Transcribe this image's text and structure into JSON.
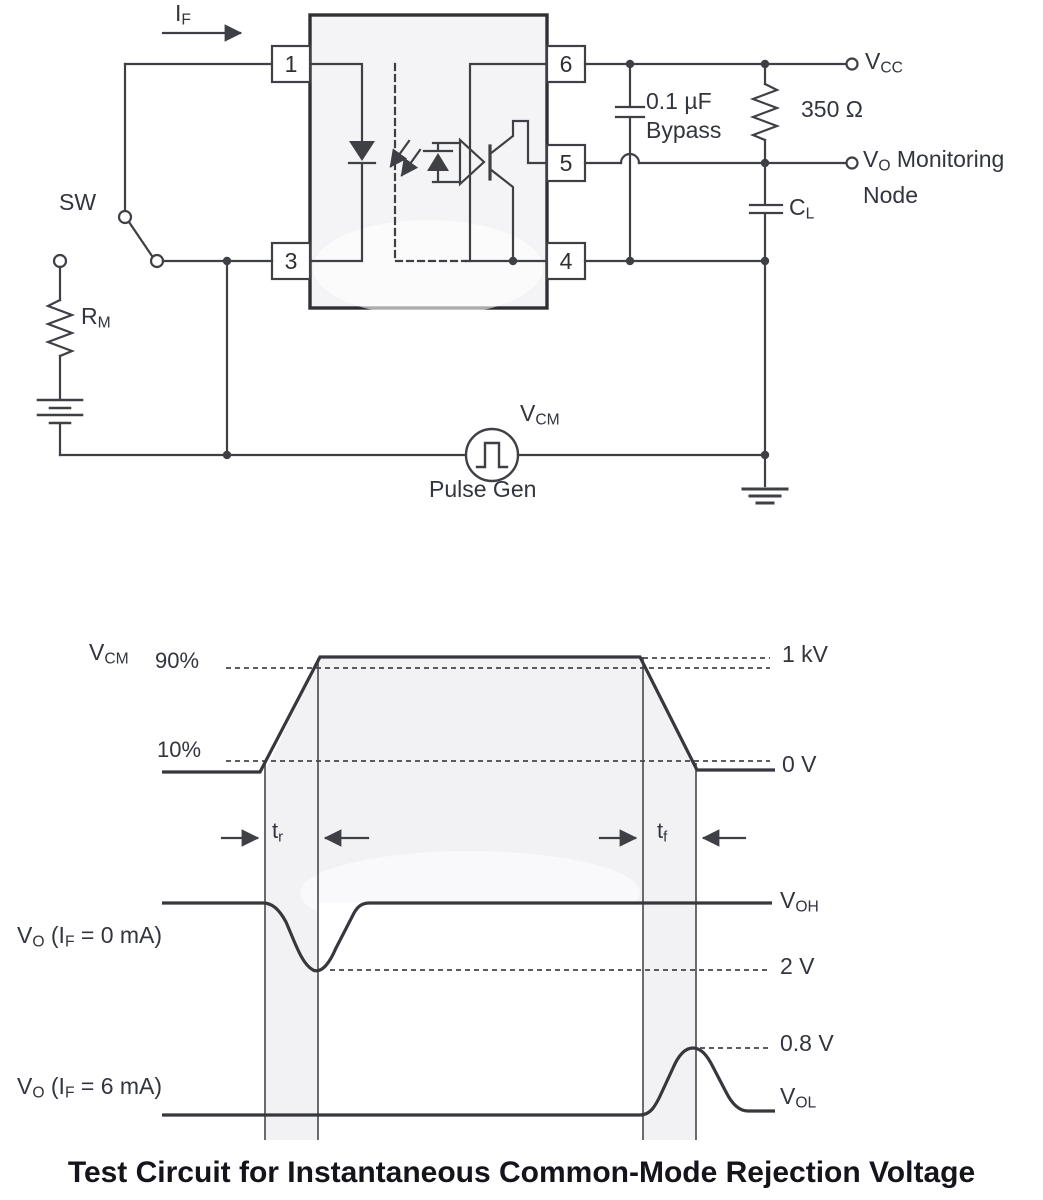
{
  "colors": {
    "line": "#3e4045",
    "text": "#32353e",
    "caption_text": "#14141c",
    "shade": "#f2f2f5",
    "ic_fill": "#f4f4f6"
  },
  "circuit": {
    "if": [
      {
        "t": "I"
      },
      {
        "s": "F"
      }
    ],
    "sw": "SW",
    "rm": [
      {
        "t": "R"
      },
      {
        "s": "M"
      }
    ],
    "vcm_source": [
      {
        "t": "V"
      },
      {
        "s": "CM"
      }
    ],
    "pulse_gen": "Pulse Gen",
    "vcc": [
      {
        "t": "V"
      },
      {
        "s": "CC"
      }
    ],
    "r350": "350 Ω",
    "bypass_value": "0.1 µF",
    "bypass_word": "Bypass",
    "cl": [
      {
        "t": "C"
      },
      {
        "s": "L"
      }
    ],
    "vo_monitoring": [
      {
        "t": "V"
      },
      {
        "s": "O"
      },
      {
        "t": " Monitoring"
      }
    ],
    "node": "Node",
    "pins": {
      "p1": "1",
      "p3": "3",
      "p4": "4",
      "p5": "5",
      "p6": "6"
    }
  },
  "waveform": {
    "vcm": [
      {
        "t": "V"
      },
      {
        "s": "CM"
      }
    ],
    "pct90": "90%",
    "pct10": "10%",
    "level_1kv": "1 kV",
    "level_0v": "0 V",
    "tr": [
      {
        "t": "t"
      },
      {
        "s": "r"
      }
    ],
    "tf": [
      {
        "t": "t"
      },
      {
        "s": "f"
      }
    ],
    "voh": [
      {
        "t": "V"
      },
      {
        "s": "OH"
      }
    ],
    "level_2v": "2 V",
    "vo_if0": [
      {
        "t": "V"
      },
      {
        "s": "O"
      },
      {
        "t": " (I"
      },
      {
        "s": "F"
      },
      {
        "t": " = 0 mA)"
      }
    ],
    "level_08v": "0.8 V",
    "vol": [
      {
        "t": "V"
      },
      {
        "s": "OL"
      }
    ],
    "vo_if6": [
      {
        "t": "V"
      },
      {
        "s": "O"
      },
      {
        "t": " (I"
      },
      {
        "s": "F"
      },
      {
        "t": " = 6 mA)"
      }
    ]
  },
  "caption": "Test Circuit for Instantaneous Common-Mode Rejection Voltage"
}
